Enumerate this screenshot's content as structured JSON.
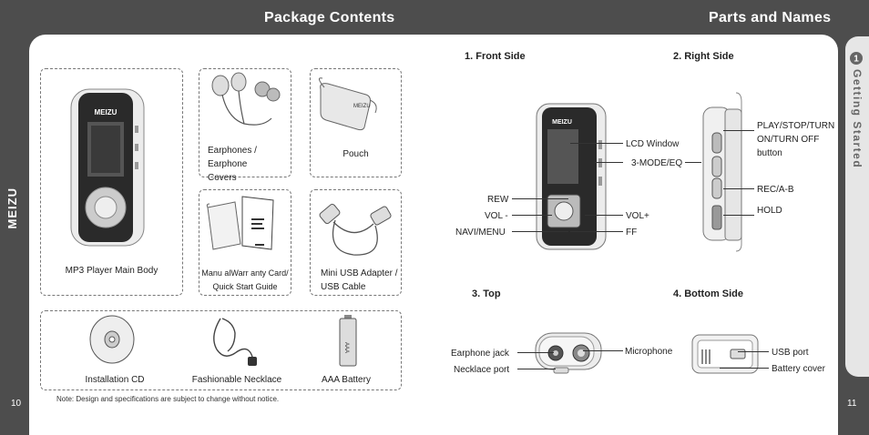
{
  "header": {
    "left_title": "Package Contents",
    "right_title": "Parts and Names"
  },
  "page": {
    "left_number": "10",
    "right_number": "11",
    "side_tab": "Getting Started",
    "side_tab_number": "1",
    "brand": "MEIZU"
  },
  "package": {
    "main_player": "MP3 Player Main Body",
    "earphones": "Earphones /\nEarphone Covers",
    "pouch": "Pouch",
    "manual": "Manu alWarr anty  Card/\nQuick Start  Guide",
    "usb": "Mini USB Adapter  /\nUSB Cable",
    "cd": "Installation CD",
    "necklace": "Fashionable Necklace",
    "battery": "AAA Battery",
    "battery_print": "AAA",
    "device_logo": "MEIZU",
    "pouch_logo": "MEIZU"
  },
  "note": "Note: Design and specifications are subject to change without notice.",
  "parts": {
    "front_title": "1. Front Side",
    "right_title": "2. Right Side",
    "top_title": "3. Top",
    "bottom_title": "4. Bottom Side",
    "front": {
      "lcd": "LCD Window",
      "mode": "3-MODE/EQ",
      "rew": "REW",
      "vol_minus": "VOL -",
      "navi": "NAVI/MENU",
      "vol_plus": "VOL+",
      "ff": "FF"
    },
    "right": {
      "play": "PLAY/STOP/TURN\nON/TURN OFF\nbutton",
      "rec": "REC/A-B",
      "hold": "HOLD"
    },
    "top": {
      "jack": "Earphone jack",
      "necklace_port": "Necklace port",
      "mic": "Microphone"
    },
    "bottom": {
      "usb_port": "USB port",
      "battery_cover": "Battery cover"
    }
  }
}
